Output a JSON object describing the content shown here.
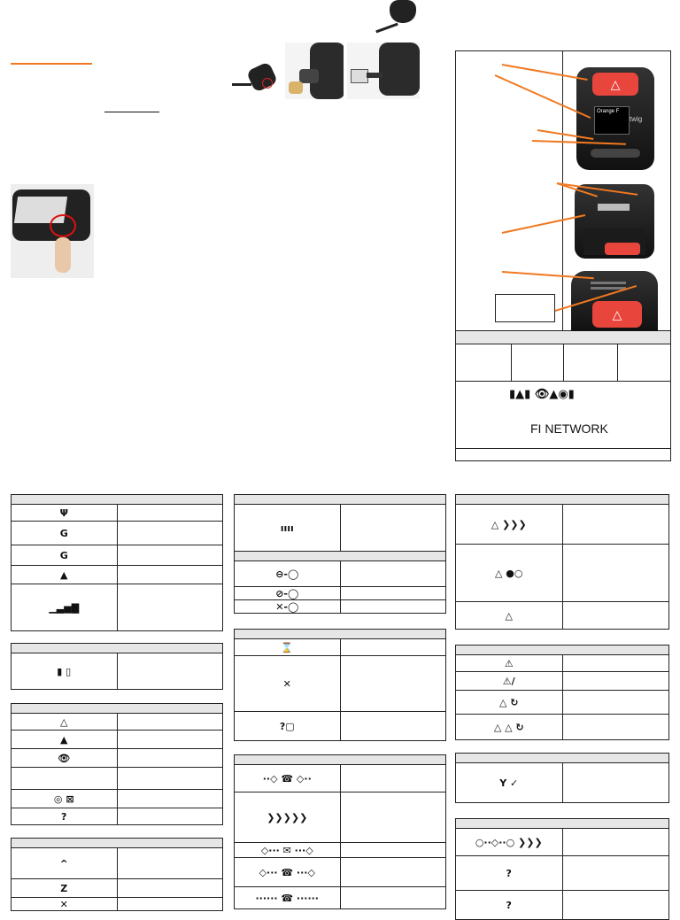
{
  "device_brand": "twig",
  "screen_operator_text": "Orange F",
  "network_label": "FI NETWORK",
  "status_icons_row": "▮▲▮ 👁▲◉▮",
  "icon_tables": {
    "col1": [
      {
        "rows": [
          [
            "Ψ",
            ""
          ],
          [
            "G",
            ""
          ],
          [
            "G",
            ""
          ],
          [
            "▲",
            ""
          ],
          [
            "▁▃▅▇",
            ""
          ]
        ]
      },
      {
        "rows": [
          [
            "▮  ▯",
            ""
          ]
        ]
      },
      {
        "rows": [
          [
            "△",
            ""
          ],
          [
            "▲",
            ""
          ],
          [
            "👁",
            ""
          ],
          [
            "",
            ""
          ],
          [
            "◎  ⊠",
            ""
          ],
          [
            "?",
            ""
          ]
        ]
      },
      {
        "rows": [
          [
            "^",
            ""
          ],
          [
            "Z",
            ""
          ],
          [
            "✕",
            ""
          ]
        ]
      }
    ],
    "col2": [
      {
        "rows": [
          [
            "ıııı",
            ""
          ]
        ]
      },
      {
        "rows": [
          [
            "⊖-◯",
            ""
          ],
          [
            "⊘-◯",
            ""
          ],
          [
            "✕-◯",
            ""
          ]
        ]
      },
      {
        "rows": [
          [
            "⌛",
            ""
          ],
          [
            "✕",
            ""
          ],
          [
            "?▢",
            ""
          ]
        ]
      },
      {
        "rows": [
          [
            "··◇ ☎ ◇··",
            ""
          ],
          [
            "❯❯❯❯❯",
            ""
          ],
          [
            "◇··· ✉ ···◇",
            ""
          ],
          [
            "◇··· ☎ ···◇",
            ""
          ],
          [
            "······ ☎ ······",
            ""
          ]
        ]
      }
    ],
    "col3": [
      {
        "rows": [
          [
            "△ ❯❯❯",
            ""
          ],
          [
            "△ ●○",
            ""
          ],
          [
            "△",
            ""
          ]
        ]
      },
      {
        "rows": [
          [
            "⚠",
            ""
          ],
          [
            "⚠/",
            ""
          ],
          [
            "△ ↻",
            ""
          ],
          [
            "△ △ ↻",
            ""
          ]
        ]
      },
      {
        "rows": [
          [
            "Y ✓",
            ""
          ]
        ]
      },
      {
        "rows": [
          [
            "○··◇··○ ❯❯❯",
            ""
          ],
          [
            "?",
            ""
          ],
          [
            "?",
            ""
          ]
        ]
      }
    ]
  }
}
